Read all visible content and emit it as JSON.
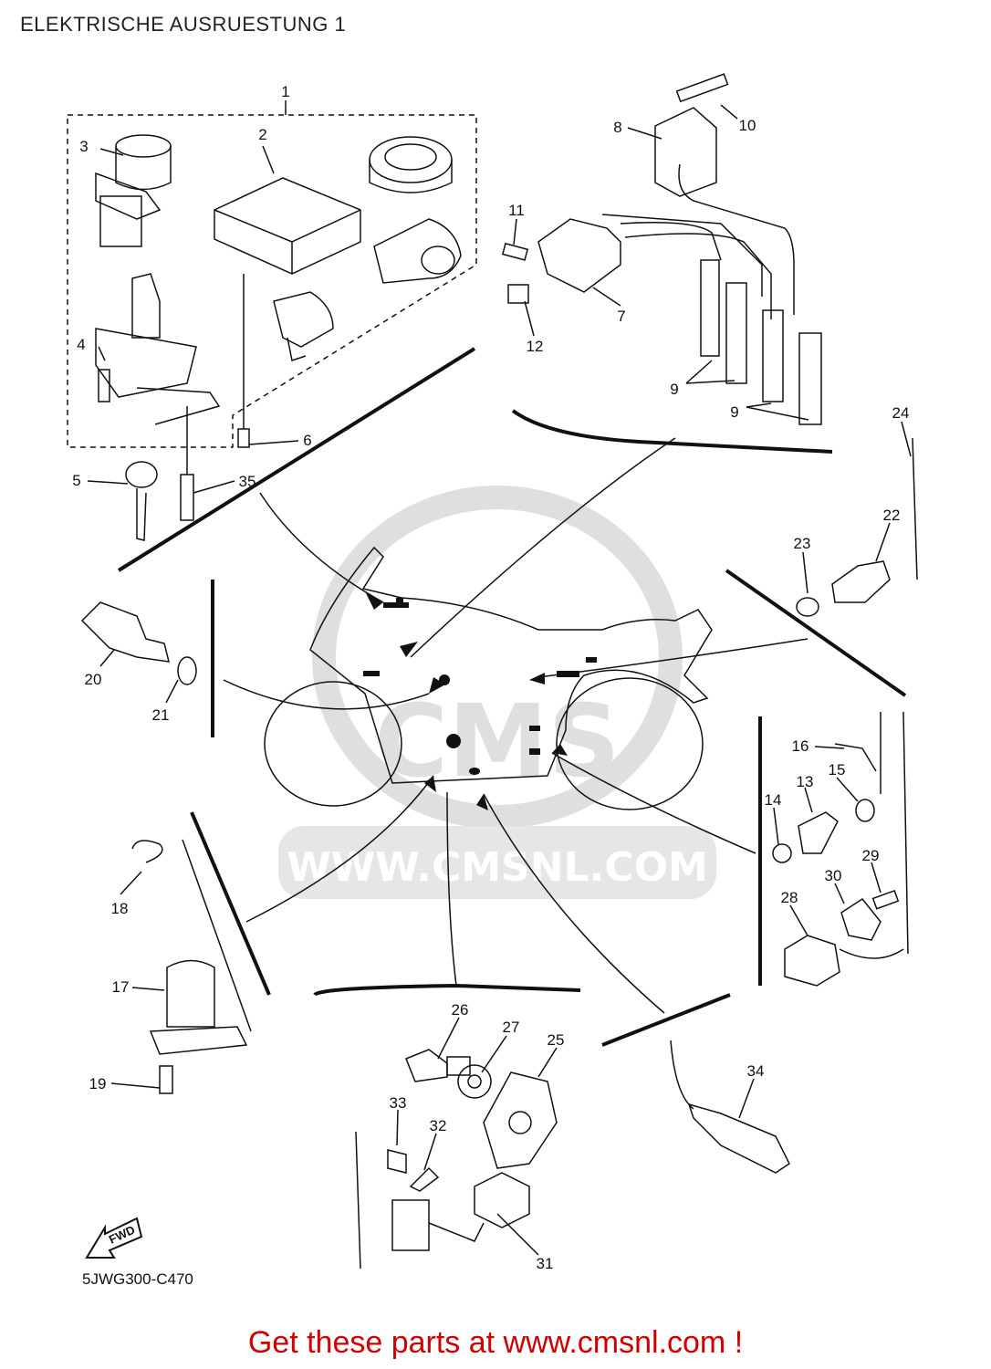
{
  "title": "ELEKTRISCHE AUSRUESTUNG 1",
  "diagram_code": "5JWG300-C470",
  "fwd_label": "FWD",
  "watermark": {
    "logo": "CMS",
    "url": "WWW.CMSNL.COM"
  },
  "callout": "Get these parts at www.cmsnl.com !",
  "part_numbers": [
    "1",
    "2",
    "3",
    "4",
    "5",
    "6",
    "7",
    "8",
    "9",
    "9",
    "10",
    "11",
    "12",
    "13",
    "14",
    "15",
    "16",
    "17",
    "18",
    "19",
    "20",
    "21",
    "22",
    "23",
    "24",
    "25",
    "26",
    "27",
    "28",
    "29",
    "30",
    "31",
    "32",
    "33",
    "34",
    "35"
  ],
  "colors": {
    "line": "#111111",
    "callout": "#d10000",
    "watermark": "#d8d8d8"
  }
}
